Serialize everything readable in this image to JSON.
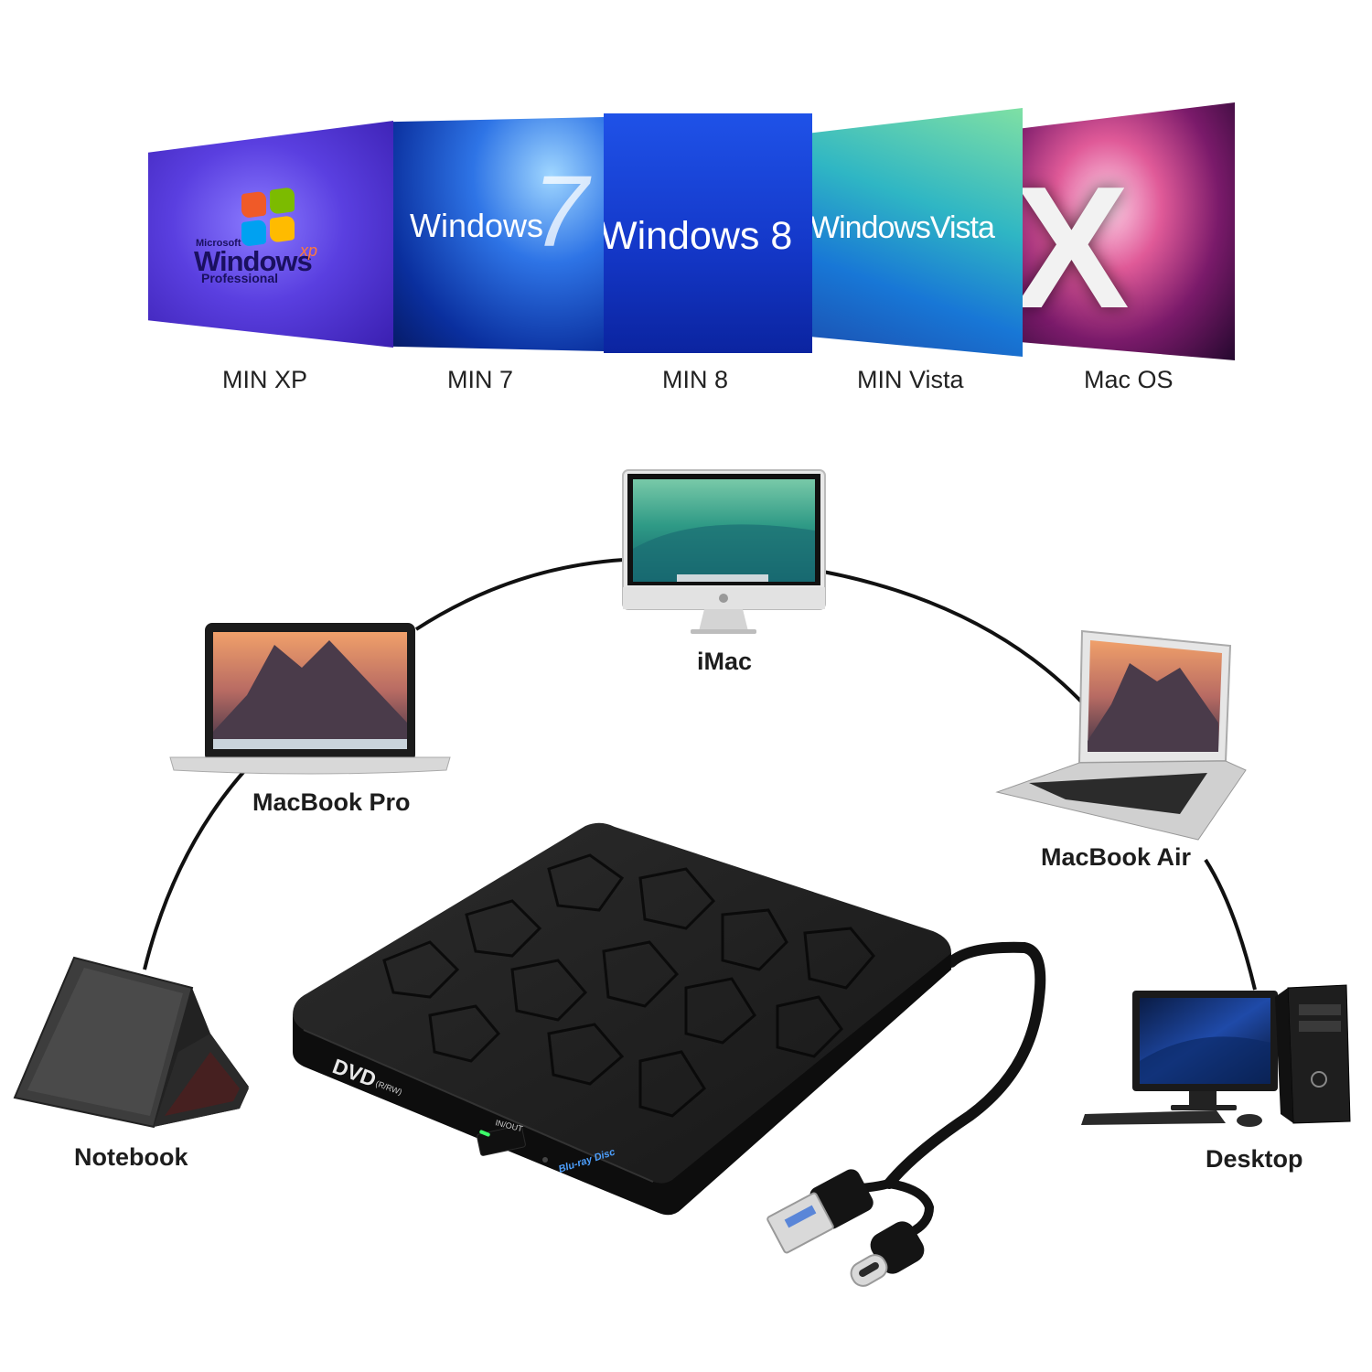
{
  "os_panels": [
    {
      "label": "MIN XP",
      "logo_line1": "Microsoft",
      "logo_line2": "Windows",
      "logo_sup": "xp",
      "logo_line3": "Professional"
    },
    {
      "label": "MIN 7",
      "logo_text": "Windows",
      "logo_num": "7"
    },
    {
      "label": "MIN 8",
      "logo_text": "Windows 8"
    },
    {
      "label": "MIN Vista",
      "logo_text": "WindowsVista"
    },
    {
      "label": "Mac OS",
      "logo_text": "X"
    }
  ],
  "devices": {
    "imac": "iMac",
    "macbook_pro": "MacBook Pro",
    "macbook_air": "MacBook Air",
    "notebook": "Notebook",
    "desktop": "Desktop"
  },
  "drive": {
    "brand": "DVD",
    "format": "(R/RW)",
    "button": "IN/OUT",
    "disc_logo": "Blu-ray Disc"
  },
  "colors": {
    "drive_body": "#1a1a1a",
    "cable": "#121212",
    "connector_metal": "#d9d9d9"
  }
}
